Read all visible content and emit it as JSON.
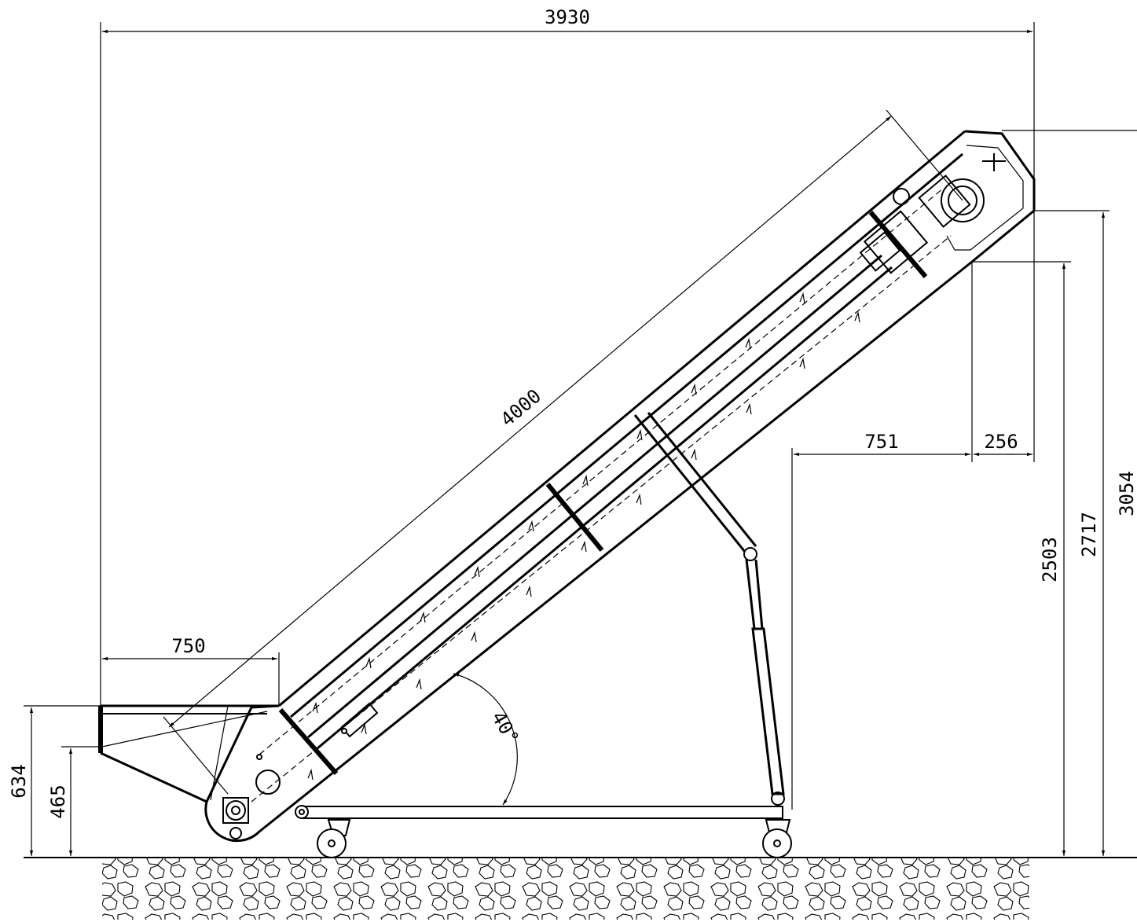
{
  "drawing": {
    "dimensions": {
      "overall_width": "3930",
      "conveyor_length": "4000",
      "hopper_length": "750",
      "support_offset": "751",
      "head_offset": "256",
      "inlet_height": "634",
      "inlet_lower_height": "465",
      "discharge_height": "2503",
      "head_height": "2717",
      "overall_height": "3054",
      "incline_angle": "40°"
    },
    "colors": {
      "line": "#000000",
      "background": "#ffffff"
    }
  }
}
